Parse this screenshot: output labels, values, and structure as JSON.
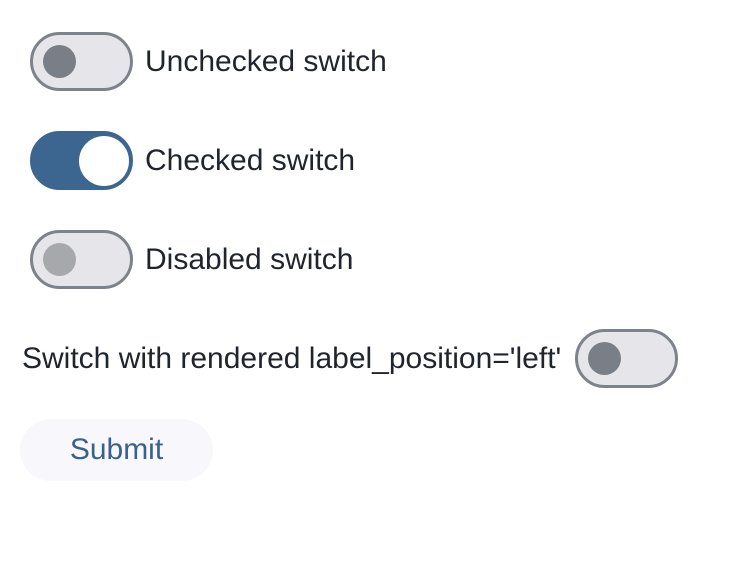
{
  "colors": {
    "page_background": "#ffffff",
    "accent_blue": "#3c668f",
    "track_fill": "#e6e6ea",
    "track_border": "#7d828b",
    "knob_unchecked": "#797e87",
    "knob_disabled": "#a7a8ac",
    "knob_checked": "#ffffff",
    "label_text": "#20242c",
    "submit_background": "#f8f8fc",
    "submit_text": "#39618e"
  },
  "switches": [
    {
      "label": "Unchecked switch",
      "state": "unchecked",
      "disabled": false,
      "label_position": "right"
    },
    {
      "label": "Checked switch",
      "state": "checked",
      "disabled": false,
      "label_position": "right"
    },
    {
      "label": "Disabled switch",
      "state": "unchecked",
      "disabled": true,
      "label_position": "right"
    },
    {
      "label": "Switch with rendered label_position='left'",
      "state": "unchecked",
      "disabled": false,
      "label_position": "left"
    }
  ],
  "submit_button": {
    "label": "Submit"
  }
}
